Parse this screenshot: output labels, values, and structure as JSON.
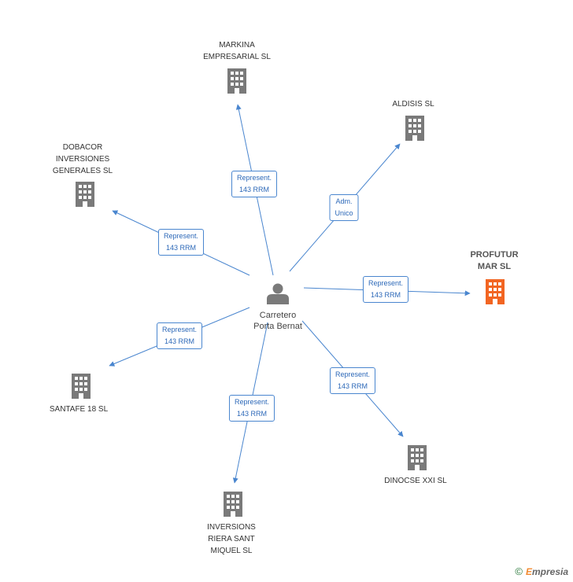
{
  "center": {
    "name_lines": [
      "Carretero",
      "Porta Bernat"
    ],
    "icon": "person-icon"
  },
  "nodes": [
    {
      "id": "markina",
      "lines": [
        "MARKINA",
        "EMPRESARIAL SL"
      ],
      "icon": "building-icon",
      "highlight": false
    },
    {
      "id": "aldisis",
      "lines": [
        "ALDISIS SL"
      ],
      "icon": "building-icon",
      "highlight": false
    },
    {
      "id": "dobacor",
      "lines": [
        "DOBACOR",
        "INVERSIONES",
        "GENERALES SL"
      ],
      "icon": "building-icon",
      "highlight": false
    },
    {
      "id": "profutur",
      "lines": [
        "PROFUTUR",
        "MAR SL"
      ],
      "icon": "building-icon",
      "highlight": true
    },
    {
      "id": "santafe",
      "lines": [
        "SANTAFE 18 SL"
      ],
      "icon": "building-icon",
      "highlight": false
    },
    {
      "id": "dinocse",
      "lines": [
        "DINOCSE XXI SL"
      ],
      "icon": "building-icon",
      "highlight": false
    },
    {
      "id": "inversions",
      "lines": [
        "INVERSIONS",
        "RIERA SANT",
        "MIQUEL SL"
      ],
      "icon": "building-icon",
      "highlight": false
    }
  ],
  "edges": [
    {
      "to": "markina",
      "label_lines": [
        "Represent.",
        "143 RRM"
      ]
    },
    {
      "to": "aldisis",
      "label_lines": [
        "Adm.",
        "Unico"
      ]
    },
    {
      "to": "dobacor",
      "label_lines": [
        "Represent.",
        "143 RRM"
      ]
    },
    {
      "to": "profutur",
      "label_lines": [
        "Represent.",
        "143 RRM"
      ]
    },
    {
      "to": "santafe",
      "label_lines": [
        "Represent.",
        "143 RRM"
      ]
    },
    {
      "to": "dinocse",
      "label_lines": [
        "Represent.",
        "143 RRM"
      ]
    },
    {
      "to": "inversions",
      "label_lines": [
        "Represent.",
        "143 RRM"
      ]
    }
  ],
  "colors": {
    "edge": "#4a86cf",
    "building": "#7a7a7a",
    "building_highlight": "#f26522",
    "person": "#7a7a7a"
  },
  "footer": {
    "copyright_symbol": "©",
    "brand_first": "E",
    "brand_rest": "mpresia"
  }
}
